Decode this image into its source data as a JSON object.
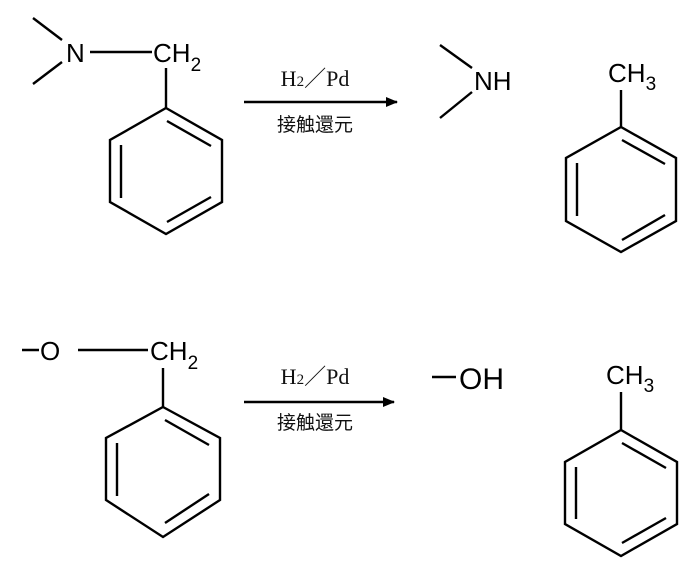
{
  "reactions": [
    {
      "reactant": {
        "left_atom": "N",
        "ch2": "CH",
        "ch2_sub": "2"
      },
      "reagent": {
        "h2": "H",
        "h2_sub": "2",
        "separator": "／",
        "catalyst": "Pd"
      },
      "condition": "接触還元",
      "product_1": {
        "label": "NH"
      },
      "product_2": {
        "ch3": "CH",
        "ch3_sub": "3"
      }
    },
    {
      "reactant": {
        "left_atom": "O",
        "ch2": "CH",
        "ch2_sub": "2"
      },
      "reagent": {
        "h2": "H",
        "h2_sub": "2",
        "separator": "／",
        "catalyst": "Pd"
      },
      "condition": "接触還元",
      "product_1": {
        "label": "OH"
      },
      "product_2": {
        "ch3": "CH",
        "ch3_sub": "3"
      }
    }
  ]
}
